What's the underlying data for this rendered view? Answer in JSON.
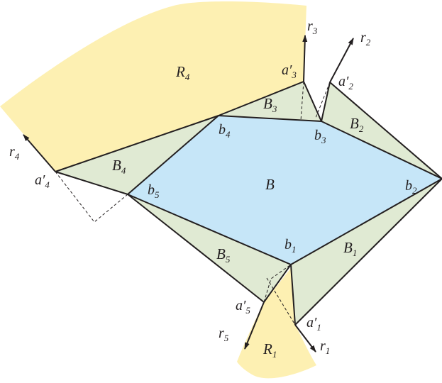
{
  "colors": {
    "region_yellow": "#fdf0b2",
    "region_green": "#e0ead3",
    "region_blue": "#c6e6f8",
    "ink": "#231f20"
  },
  "labels": {
    "R4": {
      "main": "R",
      "sub": "4"
    },
    "R1": {
      "main": "R",
      "sub": "1"
    },
    "B": {
      "main": "B",
      "sub": ""
    },
    "B1": {
      "main": "B",
      "sub": "1"
    },
    "B2": {
      "main": "B",
      "sub": "2"
    },
    "B3": {
      "main": "B",
      "sub": "3"
    },
    "B4": {
      "main": "B",
      "sub": "4"
    },
    "B5": {
      "main": "B",
      "sub": "5"
    },
    "b1": {
      "main": "b",
      "sub": "1"
    },
    "b2": {
      "main": "b",
      "sub": "2"
    },
    "b3": {
      "main": "b",
      "sub": "3"
    },
    "b4": {
      "main": "b",
      "sub": "4"
    },
    "b5": {
      "main": "b",
      "sub": "5"
    },
    "a1": {
      "main": "a′",
      "sub": "1"
    },
    "a2": {
      "main": "a′",
      "sub": "2"
    },
    "a3": {
      "main": "a′",
      "sub": "3"
    },
    "a4": {
      "main": "a′",
      "sub": "4"
    },
    "a5": {
      "main": "a′",
      "sub": "5"
    },
    "r1": {
      "main": "r",
      "sub": "1"
    },
    "r2": {
      "main": "r",
      "sub": "2"
    },
    "r3": {
      "main": "r",
      "sub": "3"
    },
    "r4": {
      "main": "r",
      "sub": "4"
    },
    "r5": {
      "main": "r",
      "sub": "5"
    }
  }
}
